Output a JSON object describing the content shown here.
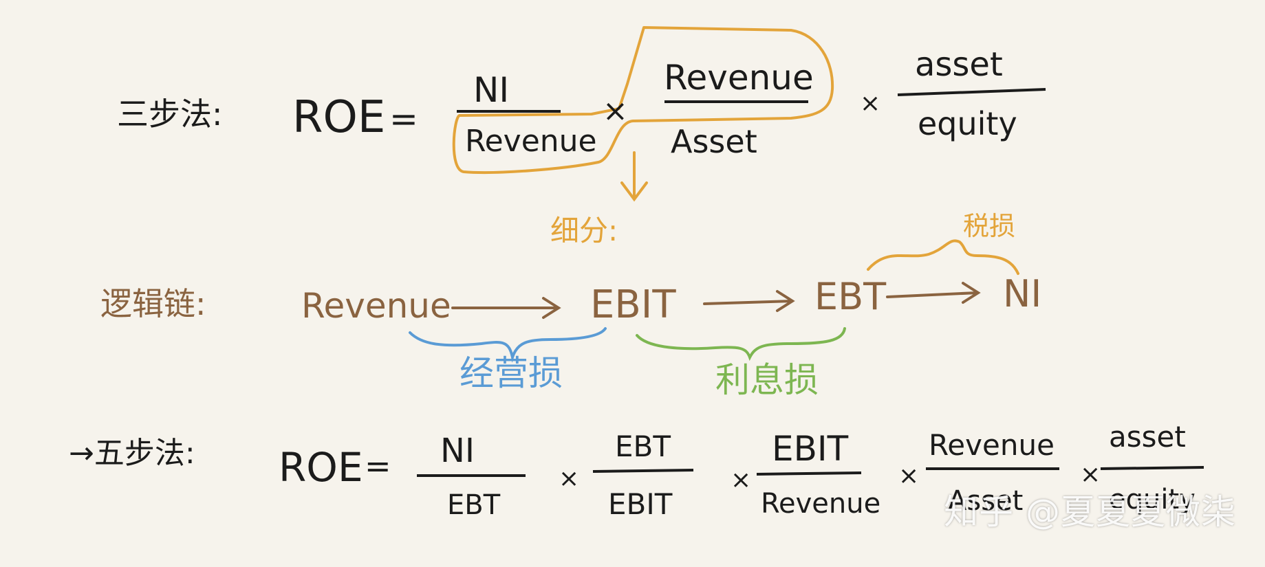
{
  "row1": {
    "label": "三步法:",
    "roe": "ROE",
    "eq": "=",
    "f1": {
      "num": "NI",
      "den": "Revenue"
    },
    "f2": {
      "num": "Revenue",
      "den": "Asset"
    },
    "f3": {
      "num": "asset",
      "den": "equity"
    },
    "times": "×"
  },
  "detail_label": "细分:",
  "chain": {
    "label": "逻辑链:",
    "nodes": [
      "Revenue",
      "EBIT",
      "EBT",
      "NI"
    ],
    "brace_blue": "经营损",
    "brace_green": "利息损",
    "arc_orange": "税损"
  },
  "row3": {
    "label": "→五步法:",
    "roe": "ROE",
    "eq": "=",
    "f1": {
      "num": "NI",
      "den": "EBT"
    },
    "f2": {
      "num": "EBT",
      "den": "EBIT"
    },
    "f3": {
      "num": "EBIT",
      "den": "Revenue"
    },
    "f4": {
      "num": "Revenue",
      "den": "Asset"
    },
    "f5": {
      "num": "asset",
      "den": "equity"
    },
    "times": "×"
  },
  "watermark": "知乎 @夏夏夏微柒",
  "colors": {
    "ink": "#1b1b1b",
    "brown": "#8a6340",
    "orange": "#e3a43a",
    "blue": "#5a9bd5",
    "green": "#7db651"
  }
}
